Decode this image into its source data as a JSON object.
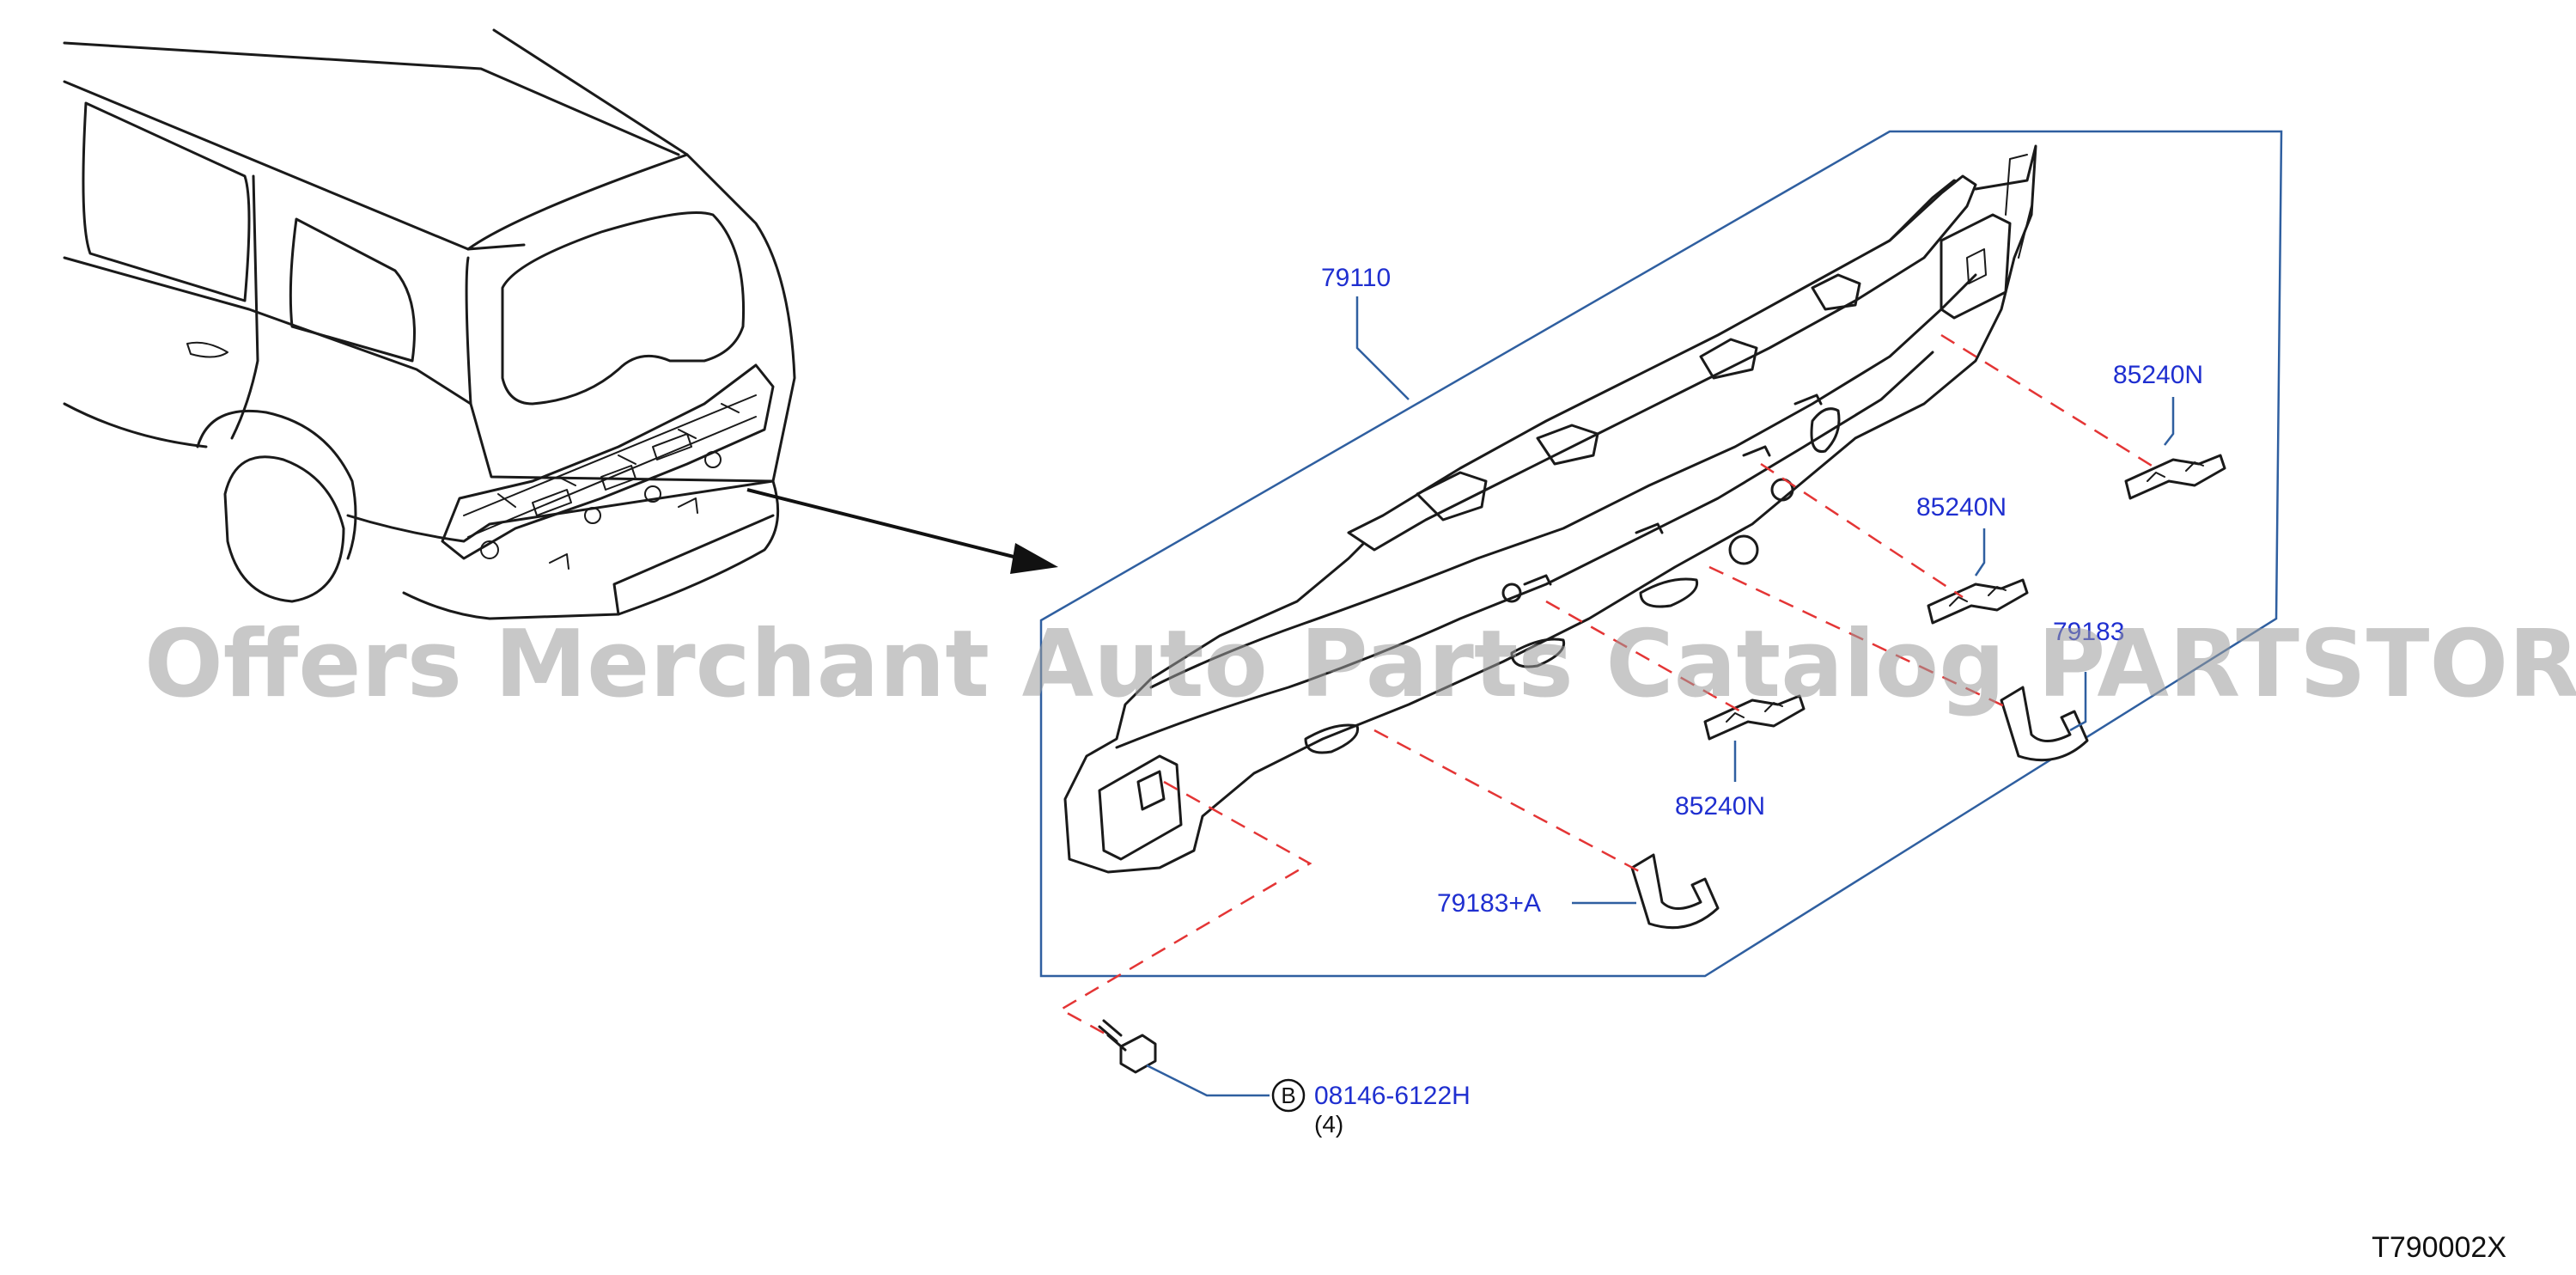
{
  "watermark": "Offers Merchant Auto Parts Catalog PARTSTORE.SA",
  "diagram_code": "T790002X",
  "callouts": {
    "rear_panel": "79110",
    "clip_upper_right": "85240N",
    "clip_middle": "85240N",
    "clip_lower": "85240N",
    "bracket_right": "79183",
    "bracket_lower": "79183+A",
    "bolt_badge": "B",
    "bolt": "08146-6122H",
    "bolt_qty": "(4)"
  },
  "colors": {
    "callout_text": "#1f2fd0",
    "frame_line": "#2f5fa0",
    "dash_line": "#e43535",
    "line_art": "#1a1a1a"
  }
}
